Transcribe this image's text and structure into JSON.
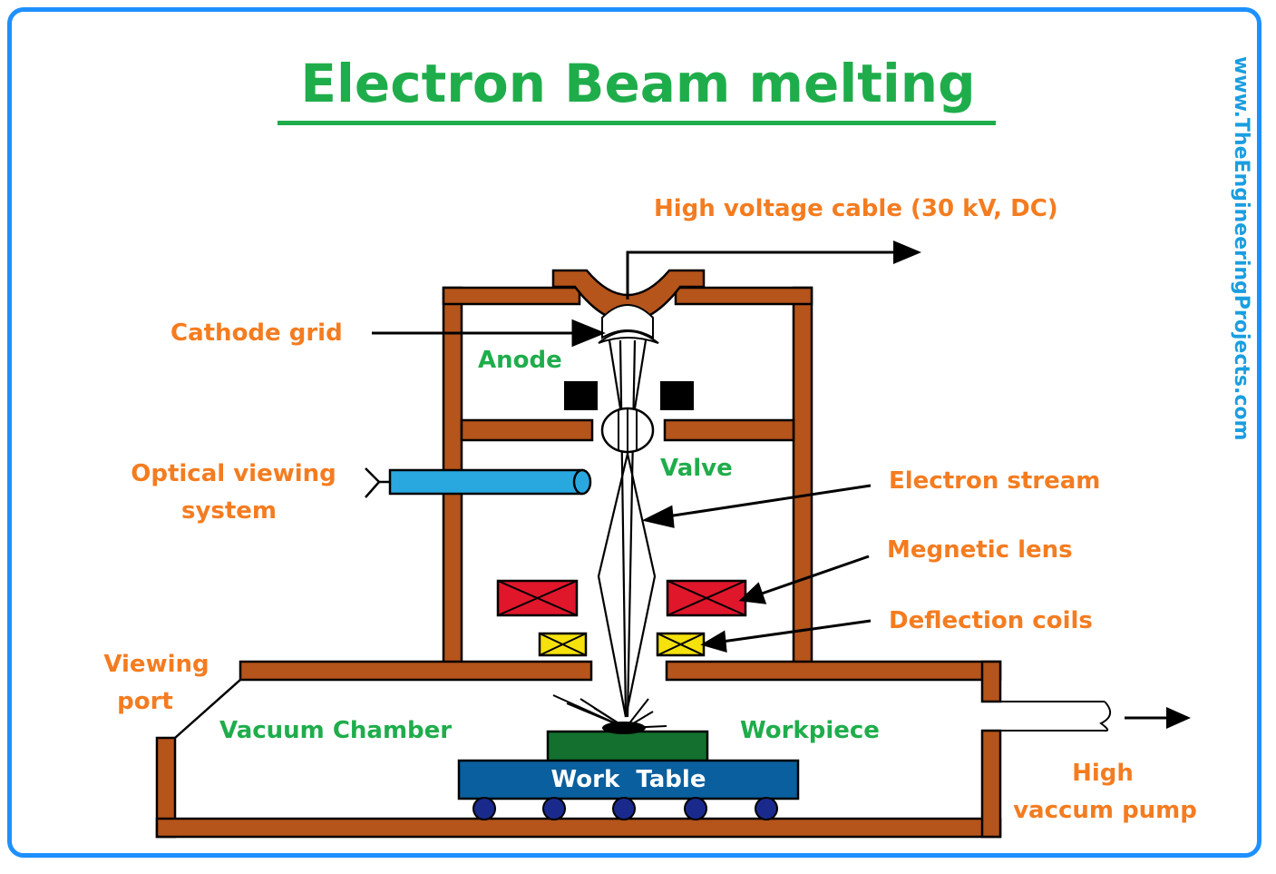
{
  "title": "Electron Beam melting",
  "watermark": "www.TheEngineeringProjects.com",
  "labels": {
    "high_voltage_cable": "High voltage cable (30 kV, DC)",
    "cathode_grid": "Cathode grid",
    "anode": "Anode",
    "optical_viewing": "Optical viewing",
    "system": "system",
    "valve": "Valve",
    "electron_stream": "Electron stream",
    "magnetic_lens": "Megnetic lens",
    "deflection_coils": "Deflection coils",
    "viewing": "Viewing",
    "port": "port",
    "vacuum_chamber": "Vacuum Chamber",
    "workpiece": "Workpiece",
    "work_table": "Work  Table",
    "high": "High",
    "vaccum_pump": "vaccum pump"
  },
  "colors": {
    "title": "#1fad4b",
    "label_orange": "#f47c20",
    "label_green": "#1fad4b",
    "walls": "#b5541b",
    "frame": "#1e90ff",
    "optical_tube": "#29a8e0",
    "magnetic_lens": "#e0162b",
    "deflection_coil": "#f5e10c",
    "workpiece": "#13702e",
    "work_table": "#0a5f9e",
    "wheels": "#1a2a8c"
  }
}
